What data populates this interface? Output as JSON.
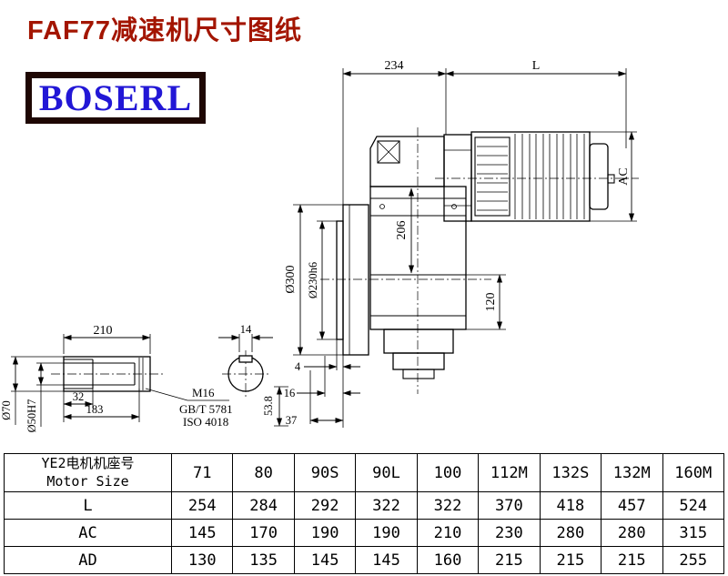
{
  "page": {
    "title": "FAF77减速机尺寸图纸",
    "brand": "BOSERL"
  },
  "drawing": {
    "dims": {
      "d234": "234",
      "dL": "L",
      "dAC": "AC",
      "d206": "206",
      "d300": "Ø300",
      "d230": "Ø230h6",
      "d120": "120",
      "d210": "210",
      "d14": "14",
      "d4": "4",
      "d16": "16",
      "d37": "37",
      "d53_8": "53.8",
      "d70": "Ø70",
      "d50": "Ø50H7",
      "d32": "32",
      "d183": "183",
      "m16": "M16",
      "gbt": "GB/T 5781",
      "iso": "ISO 4018"
    }
  },
  "table": {
    "header": {
      "line1": "YE2电机机座号",
      "line2": "Motor Size"
    },
    "sizes": [
      "71",
      "80",
      "90S",
      "90L",
      "100",
      "112M",
      "132S",
      "132M",
      "160M"
    ],
    "rows": [
      {
        "label": "L",
        "values": [
          "254",
          "284",
          "292",
          "322",
          "322",
          "370",
          "418",
          "457",
          "524"
        ]
      },
      {
        "label": "AC",
        "values": [
          "145",
          "170",
          "190",
          "190",
          "210",
          "230",
          "280",
          "280",
          "315"
        ]
      },
      {
        "label": "AD",
        "values": [
          "130",
          "135",
          "145",
          "145",
          "160",
          "215",
          "215",
          "215",
          "255"
        ]
      }
    ]
  }
}
